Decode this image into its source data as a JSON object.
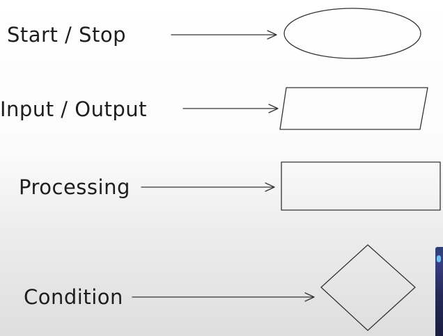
{
  "diagram": {
    "rows": [
      {
        "label": "Start / Stop",
        "shape": "ellipse"
      },
      {
        "label": "Input / Output",
        "shape": "parallelogram"
      },
      {
        "label": "Processing",
        "shape": "rectangle"
      },
      {
        "label": "Condition",
        "shape": "diamond"
      }
    ],
    "colors": {
      "stroke": "#333333",
      "text": "#1e1e1e"
    }
  }
}
